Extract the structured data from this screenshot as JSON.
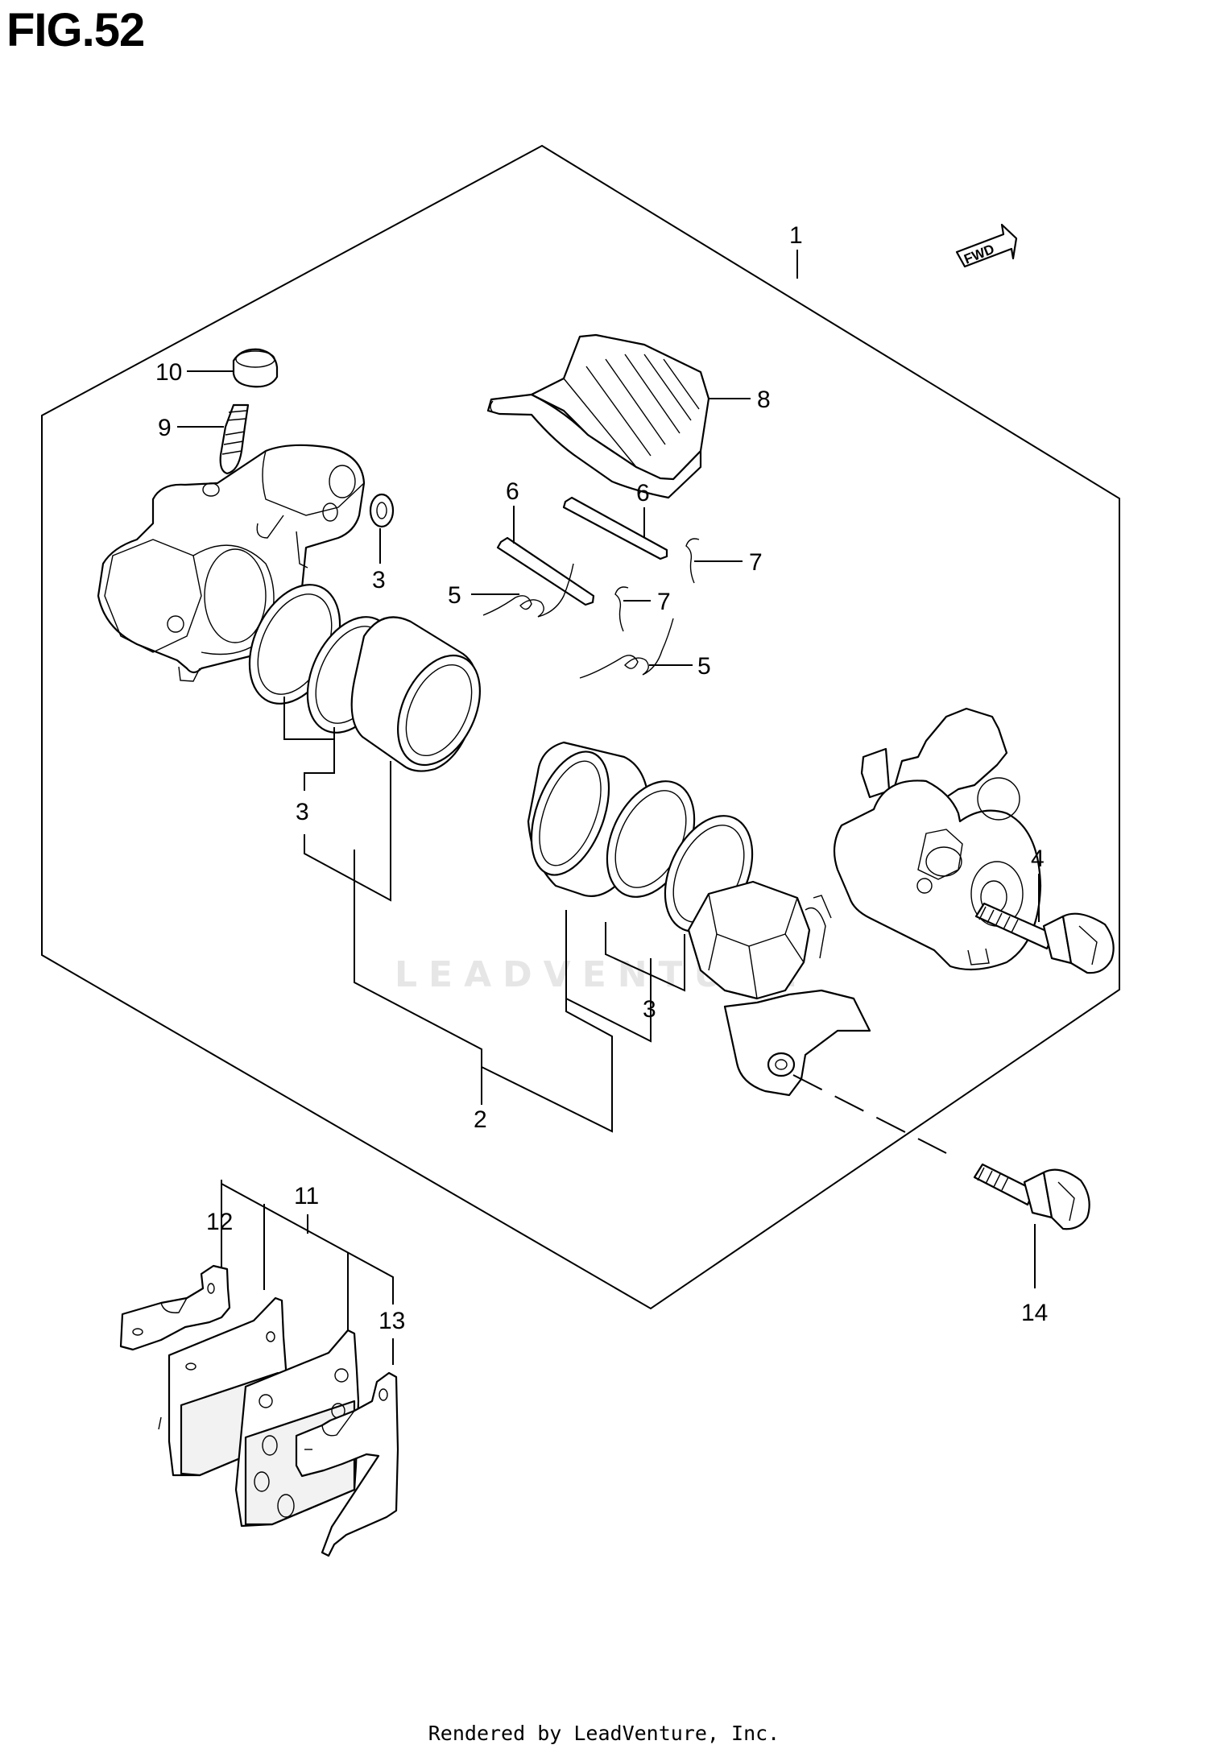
{
  "title": "FIG.52",
  "footer": "Rendered by LeadVenture, Inc.",
  "watermark": "LEADVENTURE",
  "fwd_label": "FWD",
  "callouts": {
    "c1": "1",
    "c2": "2",
    "c3a": "3",
    "c3b": "3",
    "c3c": "3",
    "c4": "4",
    "c5a": "5",
    "c5b": "5",
    "c6a": "6",
    "c6b": "6",
    "c7a": "7",
    "c7b": "7",
    "c8": "8",
    "c9": "9",
    "c10": "10",
    "c11": "11",
    "c12": "12",
    "c13": "13",
    "c14": "14"
  }
}
